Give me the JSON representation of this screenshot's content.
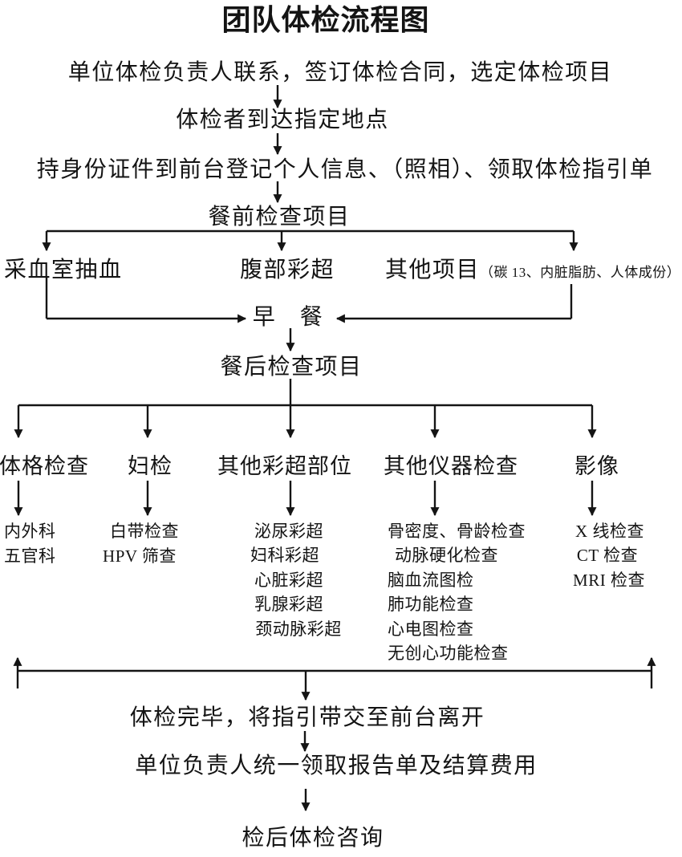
{
  "title": "团队体检流程图",
  "flow": {
    "step1": "单位体检负责人联系，签订体检合同，选定体检项目",
    "step2": "体检者到达指定地点",
    "step3": "持身份证件到前台登记个人信息、（照相）、领取体检指引单",
    "pre_meal_header": "餐前检查项目",
    "pre_meal_blood": "采血室抽血",
    "pre_meal_abdominal": "腹部彩超",
    "pre_meal_other": "其他项目",
    "pre_meal_other_note": "（碳 13、内脏脂肪、人体成份）",
    "breakfast": "早　餐",
    "post_meal_header": "餐后检查项目",
    "finish": "体检完毕，将指引带交至前台离开",
    "report": "单位负责人统一领取报告单及结算费用",
    "consult": "检后体检咨询"
  },
  "columns": [
    {
      "header": "体格检查",
      "items": [
        "内外科",
        "五官科"
      ]
    },
    {
      "header": "妇检",
      "items": [
        "白带检查",
        "HPV 筛查"
      ]
    },
    {
      "header": "其他彩超部位",
      "items": [
        "泌尿彩超",
        "妇科彩超",
        "心脏彩超",
        "乳腺彩超",
        "颈动脉彩超"
      ]
    },
    {
      "header": "其他仪器检查",
      "items": [
        "骨密度、骨龄检查",
        "动脉硬化检查",
        "脑血流图检",
        "肺功能检查",
        "心电图检查",
        "无创心功能检查"
      ]
    },
    {
      "header": "影像",
      "items": [
        "X 线检查",
        "CT 检查",
        "MRI 检查"
      ]
    }
  ],
  "colors": {
    "ink": "#141414",
    "background": "#ffffff"
  }
}
